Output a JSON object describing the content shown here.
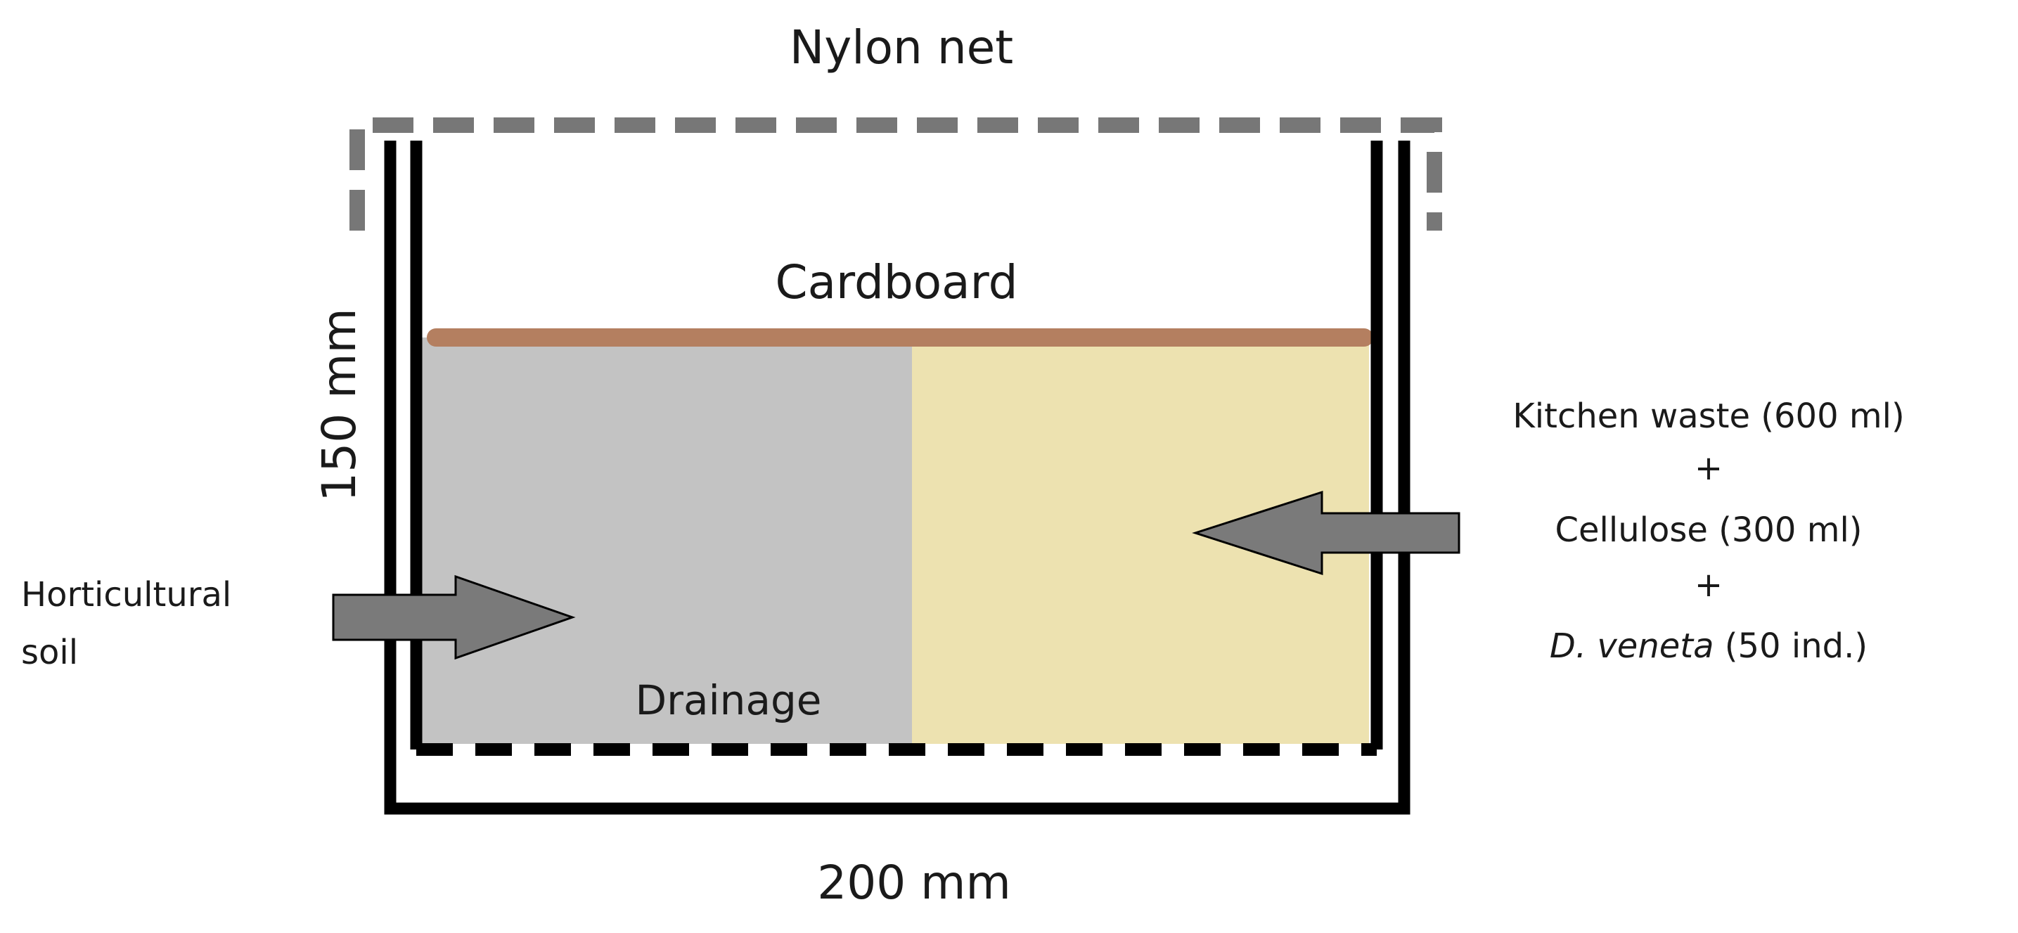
{
  "labels": {
    "nylon_net": "Nylon net",
    "cardboard": "Cardboard",
    "height": "150 mm",
    "width": "200 mm",
    "drainage": "Drainage",
    "horticultural_line1": "Horticultural",
    "horticultural_line2": "soil",
    "kitchen_waste": "Kitchen waste (600 ml)",
    "plus_1": "+",
    "cellulose": "Cellulose (300 ml)",
    "plus_2": "+",
    "species_italic": "D. veneta",
    "species_count": " (50 ind.)"
  },
  "colors": {
    "soil": "#c3c3c3",
    "waste": "#ede2b0",
    "cardboard": "#b47f60",
    "net": "#777777",
    "container": "#000000",
    "arrow_fill": "#7a7a7a",
    "arrow_stroke": "#000000"
  }
}
